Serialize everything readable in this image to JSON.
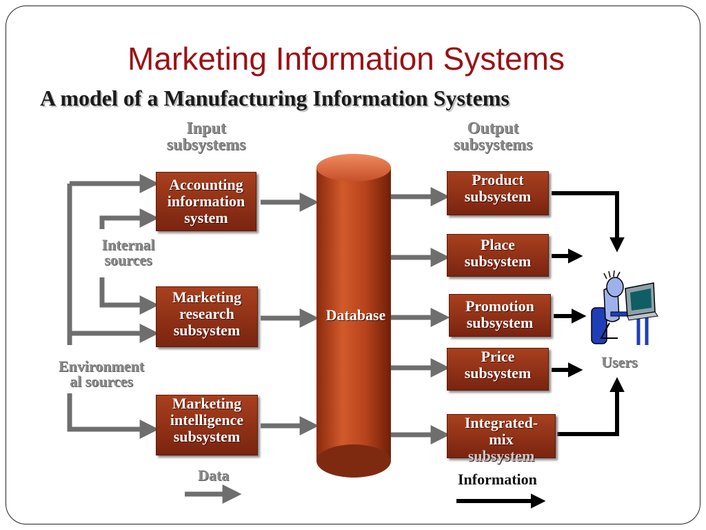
{
  "title": "Marketing Information Systems",
  "subtitle": "A model of a Manufacturing Information Systems",
  "input_header": [
    "Input",
    "subsystems"
  ],
  "output_header": [
    "Output",
    "subsystems"
  ],
  "internal_sources": [
    "Internal",
    "sources"
  ],
  "environmental_sources": [
    "Environment",
    "al sources"
  ],
  "input_boxes": [
    {
      "lines": [
        "Accounting",
        "information",
        "system"
      ]
    },
    {
      "lines": [
        "Marketing",
        "research",
        "subsystem"
      ]
    },
    {
      "lines": [
        "Marketing",
        "intelligence",
        "subsystem"
      ]
    }
  ],
  "database_label": "Database",
  "output_boxes": [
    {
      "lines": [
        "Product",
        "subsystem"
      ]
    },
    {
      "lines": [
        "Place",
        "subsystem"
      ]
    },
    {
      "lines": [
        "Promotion",
        "subsystem"
      ]
    },
    {
      "lines": [
        "Price",
        "subsystem"
      ]
    },
    {
      "lines": [
        "Integrated-",
        "mix",
        "subsystem"
      ]
    }
  ],
  "users_label": "Users",
  "legend": {
    "data": "Data",
    "information": "Information"
  },
  "colors": {
    "title": "#9b1114",
    "box_fill": "#8b2e14",
    "cylinder": "#b8441c",
    "data_arrow": "#6e6e6e",
    "information_arrow": "#000000"
  },
  "icons": {
    "users": "person-at-computer-icon"
  }
}
